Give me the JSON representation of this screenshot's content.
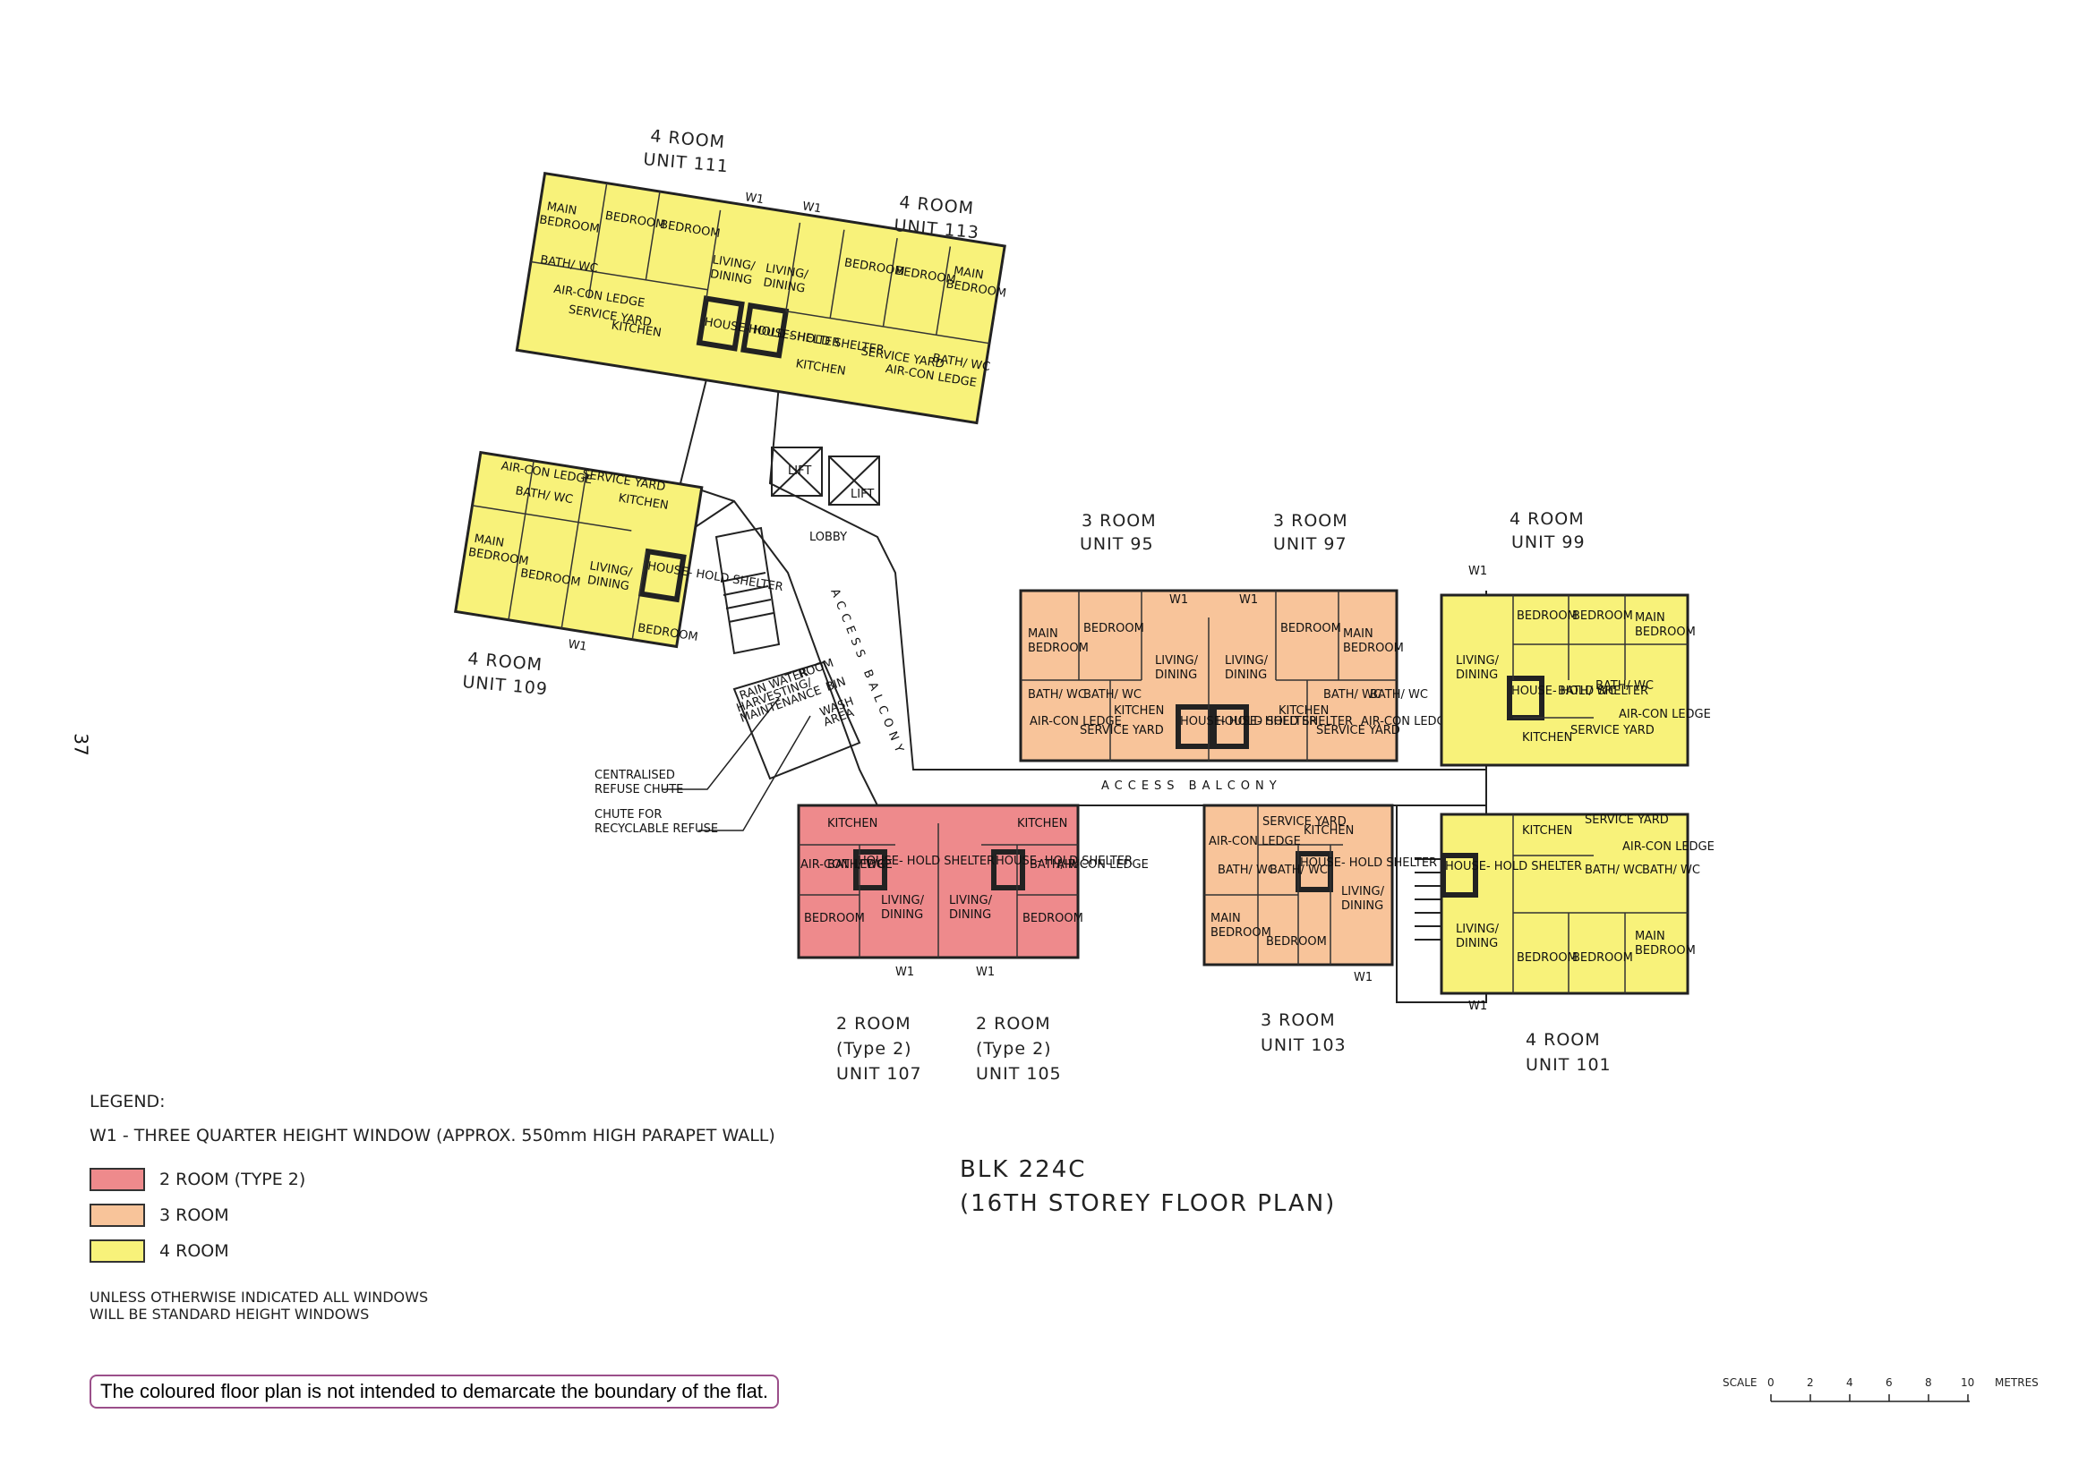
{
  "page_number": "37",
  "title_line1": "BLK 224C",
  "title_line2": "(16TH STOREY FLOOR PLAN)",
  "colors": {
    "two_room": "#ee8a8c",
    "three_room": "#f8c49a",
    "four_room": "#f8f27a",
    "note_border": "#9b4f8a"
  },
  "units": [
    {
      "l1": "4 ROOM",
      "l2": "UNIT 111"
    },
    {
      "l1": "4 ROOM",
      "l2": "UNIT 113"
    },
    {
      "l1": "4 ROOM",
      "l2": "UNIT 109"
    },
    {
      "l1": "3 ROOM",
      "l2": "UNIT 95"
    },
    {
      "l1": "3 ROOM",
      "l2": "UNIT 97"
    },
    {
      "l1": "4 ROOM",
      "l2": "UNIT 99"
    },
    {
      "l1": "2 ROOM",
      "l2": "(Type 2)",
      "l3": "UNIT 107"
    },
    {
      "l1": "2 ROOM",
      "l2": "(Type 2)",
      "l3": "UNIT 105"
    },
    {
      "l1": "3 ROOM",
      "l2": "UNIT 103"
    },
    {
      "l1": "4 ROOM",
      "l2": "UNIT 101"
    }
  ],
  "rooms": {
    "main_bedroom_1": "MAIN",
    "main_bedroom_2": "BEDROOM",
    "bedroom": "BEDROOM",
    "living_1": "LIVING/",
    "living_2": "DINING",
    "kitchen": "KITCHEN",
    "bath": "BATH/ WC",
    "service_yard": "SERVICE YARD",
    "household_shelter": "HOUSE- HOLD SHELTER",
    "aircon_ledge": "AIR-CON LEDGE",
    "lift": "LIFT",
    "lobby": "LOBBY",
    "w1": "W1"
  },
  "common": {
    "access_balcony": "ACCESS BALCONY",
    "access_balcony_diag": "ACCESS BALCONY",
    "rain_water_1": "RAIN WATER",
    "rain_water_2": "HARVESTING/",
    "rain_water_3": "MAINTENANCE",
    "rain_water_room": "ROOM",
    "bin": "BIN",
    "wash_area_1": "WASH",
    "wash_area_2": "AREA",
    "refuse_chute_1": "CENTRALISED",
    "refuse_chute_2": "REFUSE CHUTE",
    "recycle_chute_1": "CHUTE FOR",
    "recycle_chute_2": "RECYCLABLE REFUSE"
  },
  "legend": {
    "heading": "LEGEND:",
    "w1_text": "W1 - THREE QUARTER HEIGHT WINDOW (APPROX. 550mm HIGH PARAPET WALL)",
    "items": [
      {
        "label": "2 ROOM (TYPE 2)",
        "color": "#ee8a8c"
      },
      {
        "label": "3 ROOM",
        "color": "#f8c49a"
      },
      {
        "label": "4 ROOM",
        "color": "#f8f27a"
      }
    ],
    "windows_note_1": "UNLESS OTHERWISE INDICATED ALL WINDOWS",
    "windows_note_2": "WILL BE STANDARD HEIGHT WINDOWS"
  },
  "boundary_note": "The coloured floor plan is not intended to demarcate the boundary of the flat.",
  "scale": {
    "label": "SCALE",
    "ticks": [
      "0",
      "2",
      "4",
      "6",
      "8",
      "10"
    ],
    "unit": "METRES"
  }
}
